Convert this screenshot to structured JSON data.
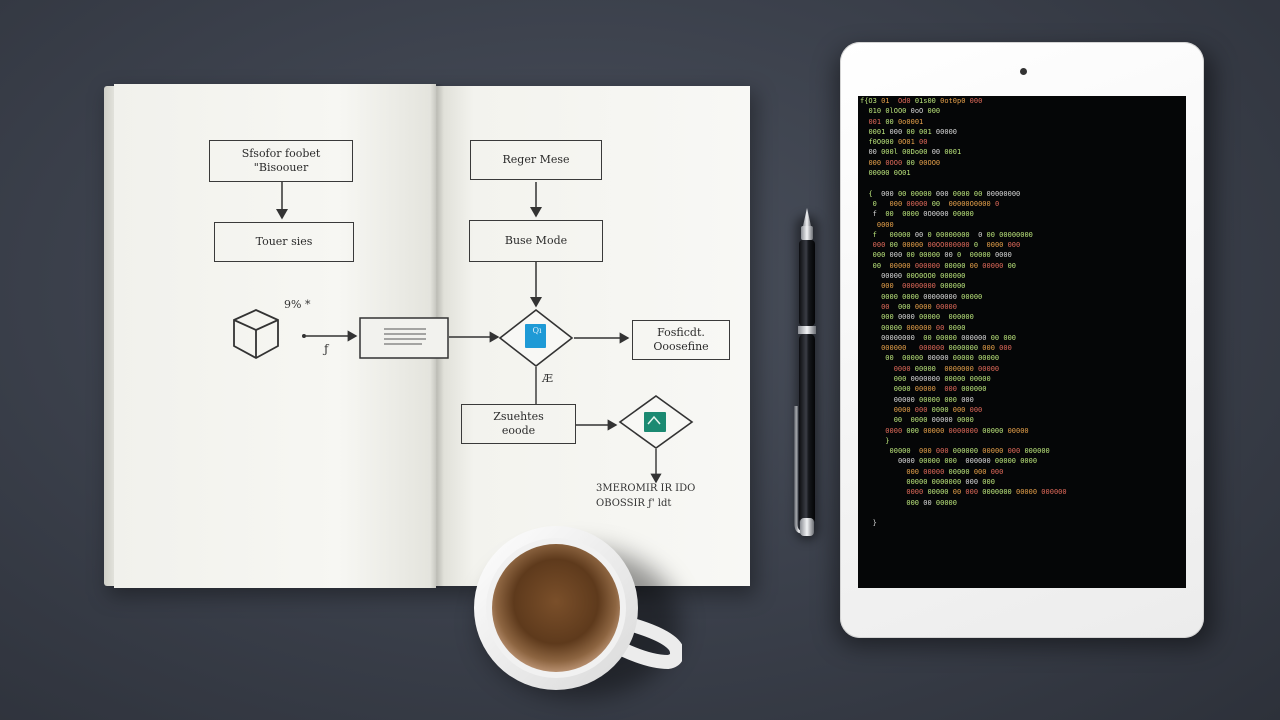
{
  "scene": {
    "colors": {
      "desk": "#3a3f4a",
      "paper": "#f7f7f3",
      "ink": "#3a3a3a",
      "accent_blue": "#1e9ad6",
      "accent_teal": "#1c8a72",
      "code_green": "#b9e27a",
      "code_orange": "#e5a04a",
      "code_red": "#e06a5a",
      "code_white": "#d8d8d8"
    },
    "notebook": {
      "left_page": {
        "box1_line1": "Sfsofor foobet",
        "box1_line2": "\"Bisoouer",
        "box2": "Touer sies",
        "scribble": "9% *",
        "arrow_note": "ƒ"
      },
      "right_page": {
        "box1": "Reger Mese",
        "box2": "Buse Mode",
        "decision_label": "Qı",
        "side_box_line1": "Fosficdt.",
        "side_box_line2": "Ooosefine",
        "branch_note": "Æ",
        "bottom_box_line1": "Zsuehtes",
        "bottom_box_line2": "eoode",
        "caption_line1": "3MEROMIR IR  IDO",
        "caption_line2": "OBOSSIR   ƒ' ldt"
      }
    },
    "tablet": {
      "code_lines": [
        "f{O3 01  Od0 01s00 0ot0p0 000",
        "  010 0lOO0 0oO 000",
        "  001 00 0o0001",
        "  0001 000 00 001 00000",
        "  f0O000 0O01 00",
        "  00 000l 00Do00 00 0001",
        "  000 0OO0 00 00OO0",
        "  00000 0O01",
        "",
        "  {  000 00 00000 000 0000 00 00000000",
        "   0   000 00000 00  00000O0000 0",
        "   f  00  0000 0O0000 00000",
        "    0000",
        "   f   00000 00 0 00000000  0 00 00000000",
        "   000 00 00000 00OO000000 0  0000 000",
        "   000 000 00 00000 00 0  00000 0000",
        "   00  00000 000000 00000 00 00000 00",
        "     00000 00O0OO0 000000",
        "     000  00000000 000000",
        "     0000 0000 00000000 00000",
        "     00  000 0000 00000",
        "     000 0000 00000  000000",
        "     00000 000000 00 0000",
        "     00000000  00 00000 000000 00 000",
        "     000000   000000 0000000 000 000",
        "      00  00000 00000 00000 00000",
        "        0000 00000  0000000 00000",
        "        000 0000000 00000 00000",
        "        0000 00000  000 000000",
        "        00000 00000 000 000",
        "        0000 000 0000 000 000",
        "        00  0000 00000 0000",
        "      0000 000 00000 0000000 00000 00000",
        "      }",
        "       00000  000 000 000000 00000 000 000000",
        "         0000 00000 000  000000 00000 0000",
        "           000 00000 00000 000 000",
        "           00000 0000000 000 000",
        "           0000 00000 00 000 0000000 00000 000000",
        "           000 00 00000",
        "",
        "   }"
      ]
    }
  }
}
